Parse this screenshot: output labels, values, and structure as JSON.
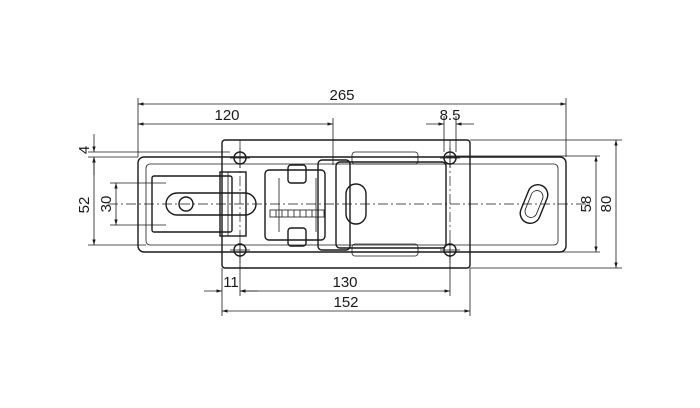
{
  "dimensions": {
    "overall_length": "265",
    "hinge_offset": "120",
    "hole_diameter": "8.5",
    "top_gap": "4",
    "inner_height": "52",
    "slot_height": "30",
    "plate_height": "58",
    "overall_height": "80",
    "left_margin": "11",
    "hole_spacing": "130",
    "plate_width": "152"
  }
}
